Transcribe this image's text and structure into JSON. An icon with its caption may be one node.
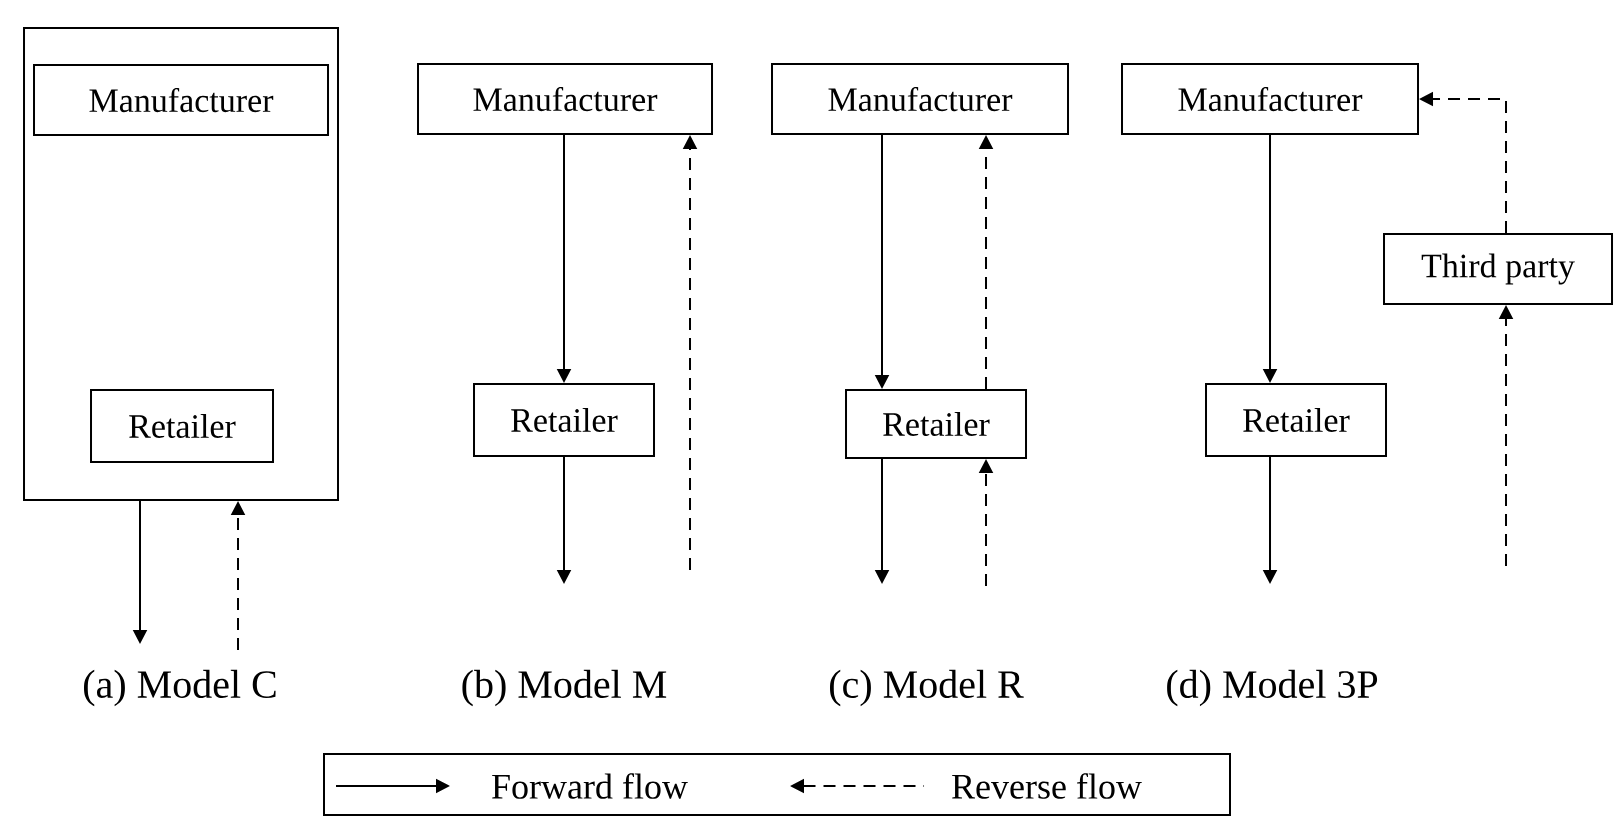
{
  "diagram": {
    "nodes": [
      {
        "text": [],
        "shape": "box"
      },
      {
        "text": [
          "Manufacturer"
        ],
        "in": 0
      },
      {
        "text": [
          "Retailer"
        ],
        "in": 0
      },
      {
        "text": [
          "Manufacturer"
        ]
      },
      {
        "text": [
          "Retailer"
        ]
      },
      {
        "text": [
          "Manufacturer"
        ]
      },
      {
        "text": [
          "Retailer"
        ]
      },
      {
        "text": [
          "Manufacturer"
        ]
      },
      {
        "text": [
          "Third party"
        ]
      },
      {
        "text": [
          "Retailer"
        ]
      }
    ],
    "edges": [
      {
        "from": 0,
        "to": null,
        "arrow": "to"
      },
      {
        "from": null,
        "to": 0,
        "arrow": "to",
        "style": "dashed"
      },
      {
        "from": 3,
        "to": 4,
        "arrow": "to"
      },
      {
        "from": 4,
        "to": null,
        "arrow": "to"
      },
      {
        "from": null,
        "to": 3,
        "arrow": "to",
        "style": "dashed"
      },
      {
        "from": 5,
        "to": 6,
        "arrow": "to"
      },
      {
        "from": 6,
        "to": null,
        "arrow": "to"
      },
      {
        "from": 6,
        "to": 5,
        "arrow": "to",
        "style": "dashed"
      },
      {
        "from": null,
        "to": 6,
        "arrow": "to",
        "style": "dashed"
      },
      {
        "from": 7,
        "to": 9,
        "arrow": "to"
      },
      {
        "from": 9,
        "to": null,
        "arrow": "to"
      },
      {
        "from": 8,
        "to": 7,
        "arrow": "to",
        "style": "dashed"
      },
      {
        "from": null,
        "to": 8,
        "arrow": "to",
        "style": "dashed"
      }
    ],
    "labels": [
      "(a) Model C",
      "(b) Model M",
      "(c) Model R",
      "(d) Model 3P"
    ],
    "legend": [
      {
        "text": "Forward flow"
      },
      {
        "text": "Reverse flow"
      }
    ]
  }
}
